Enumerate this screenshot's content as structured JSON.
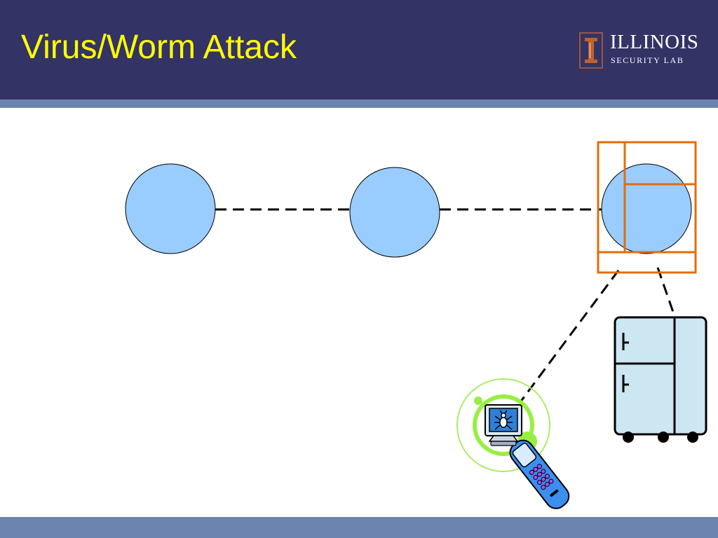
{
  "slide": {
    "title": "Virus/Worm Attack"
  },
  "logo": {
    "name": "ILLINOIS",
    "subtitle": "SECURITY LAB",
    "accent_color": "#c0622b"
  },
  "colors": {
    "header_background": "#333366",
    "stripe": "#6b85b0",
    "title_text": "#ffff00",
    "node_fill": "#99ccff",
    "highlight_frame": "#e46c0a",
    "appliance_fill": "#cce6f2",
    "halo": "#99ee44"
  },
  "diagram": {
    "nodes": [
      {
        "id": "node-1",
        "shape": "circle"
      },
      {
        "id": "node-2",
        "shape": "circle"
      },
      {
        "id": "node-3",
        "shape": "circle",
        "highlighted": true
      }
    ],
    "links": [
      {
        "from": "node-1",
        "to": "node-2",
        "style": "dashed"
      },
      {
        "from": "node-2",
        "to": "node-3",
        "style": "dashed"
      },
      {
        "from": "node-3",
        "to": "infected-phone",
        "style": "dashed"
      },
      {
        "from": "node-3",
        "to": "refrigerator",
        "style": "dashed"
      }
    ],
    "devices": [
      {
        "id": "infected-phone",
        "icon": "cell-phone-with-bug-icon"
      },
      {
        "id": "refrigerator",
        "icon": "refrigerator-icon"
      }
    ]
  }
}
